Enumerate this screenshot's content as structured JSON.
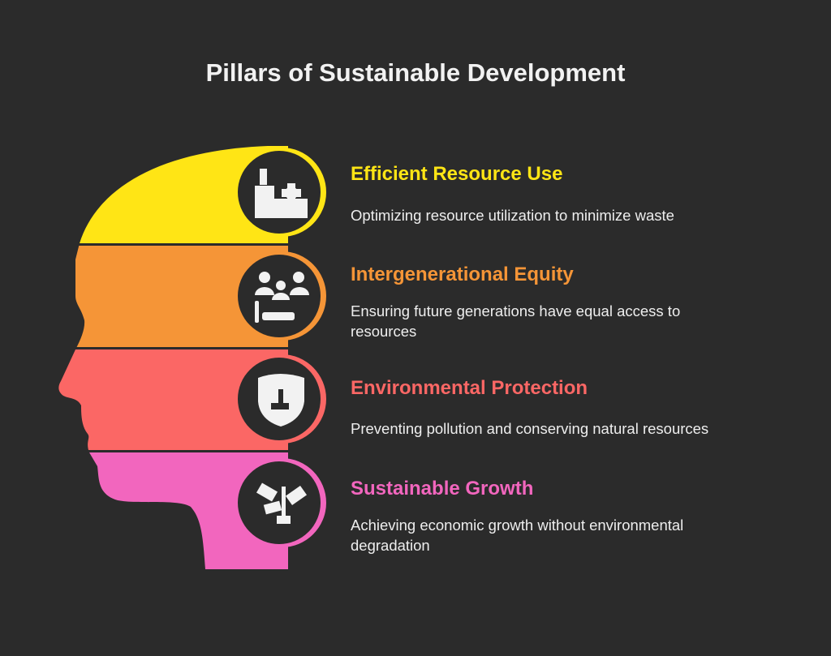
{
  "title": "Pillars of Sustainable Development",
  "pillars": [
    {
      "heading": "Efficient Resource Use",
      "description": "Optimizing resource utilization to minimize waste",
      "color": "#FFE515",
      "icon": "factory-gear-icon"
    },
    {
      "heading": "Intergenerational Equity",
      "description": "Ensuring future generations have equal access to resources",
      "color": "#F59537",
      "icon": "family-generations-icon"
    },
    {
      "heading": "Environmental Protection",
      "description": "Preventing pollution and conserving natural resources",
      "color": "#FB6765",
      "icon": "shield-plant-icon"
    },
    {
      "heading": "Sustainable Growth",
      "description": "Achieving economic growth without environmental degradation",
      "color": "#F266BE",
      "icon": "money-plant-icon"
    }
  ]
}
